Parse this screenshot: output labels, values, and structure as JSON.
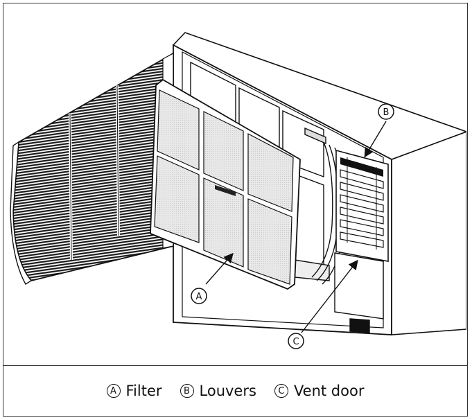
{
  "callouts": {
    "a": "A",
    "b": "B",
    "c": "C"
  },
  "legend": [
    {
      "letter": "A",
      "label": "Filter"
    },
    {
      "letter": "B",
      "label": "Louvers"
    },
    {
      "letter": "C",
      "label": "Vent door"
    }
  ],
  "colors": {
    "line": "#111111",
    "filter_fill": "#e6e6e6",
    "grille_dark": "#1a1a1a"
  }
}
